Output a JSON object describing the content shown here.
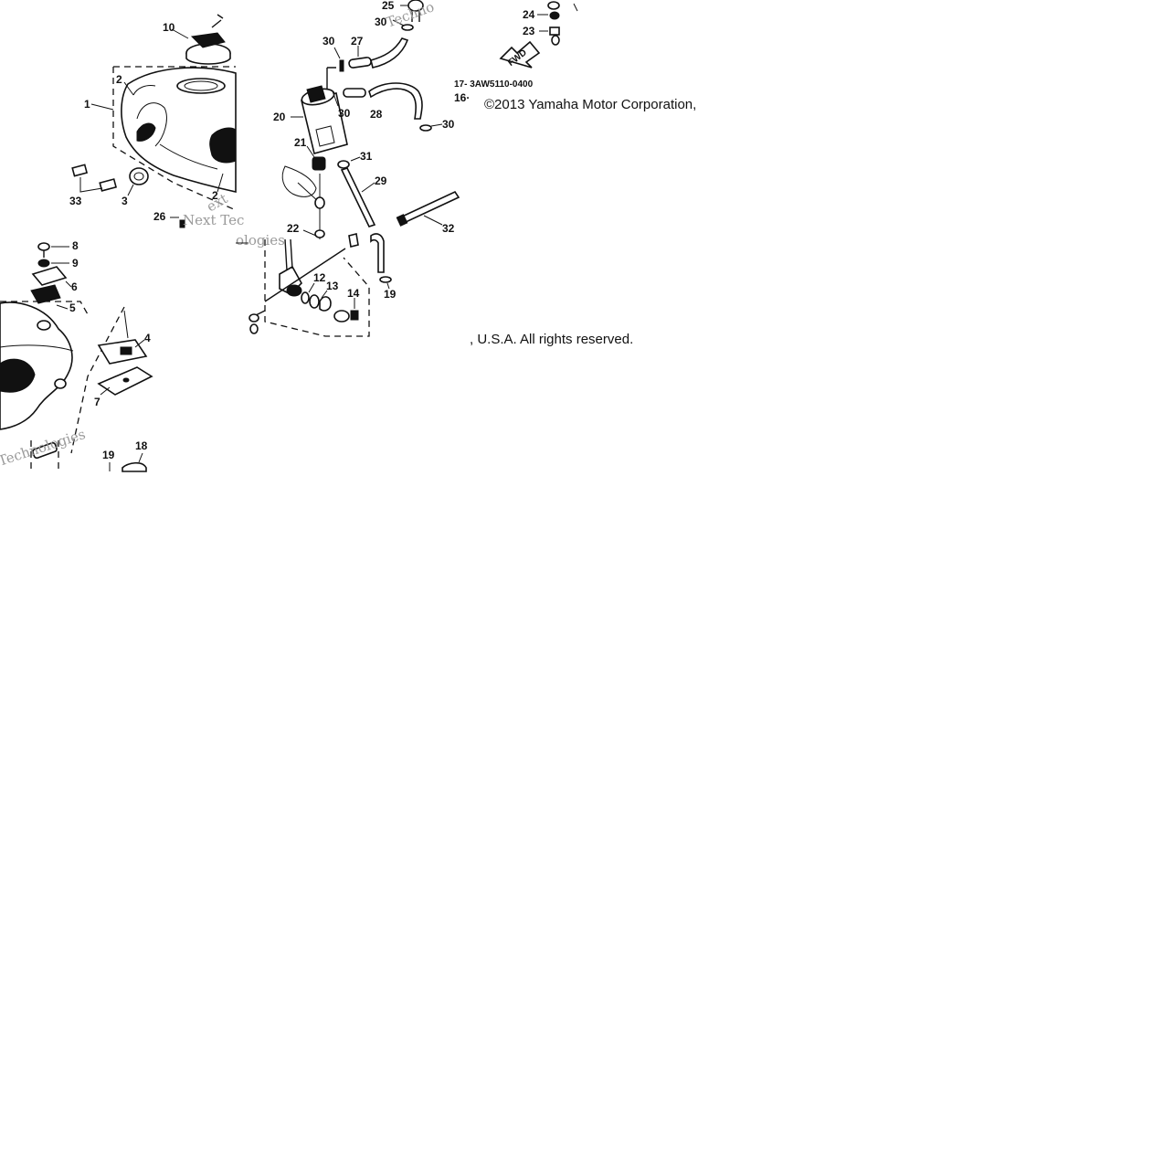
{
  "copyright": {
    "line1": "©2013 Yamaha Motor Corporation,",
    "line2": ", U.S.A. All rights reserved."
  },
  "part_number": "17- 3AW5110-0400",
  "fwd_label": "FWD",
  "watermark": {
    "text_a": "Techno",
    "text_b": "Next Tec",
    "text_c": "Technologies",
    "text_d": "ext",
    "text_e": "ologies"
  },
  "callouts": {
    "c1": "1",
    "c2a": "2",
    "c2b": "2",
    "c3": "3",
    "c4": "4",
    "c5": "5",
    "c6": "6",
    "c7": "7",
    "c8": "8",
    "c9": "9",
    "c10": "10",
    "c12": "12",
    "c13": "13",
    "c14": "14",
    "c16": "16·",
    "c18": "18",
    "c19a": "19",
    "c19b": "19",
    "c20": "20",
    "c21": "21",
    "c22": "22",
    "c23": "23",
    "c24": "24",
    "c25": "25",
    "c26": "26",
    "c27": "27",
    "c28": "28",
    "c29": "29",
    "c30a": "30",
    "c30b": "30",
    "c30c": "30",
    "c30d": "30",
    "c31": "31",
    "c32": "32",
    "c33": "33"
  }
}
